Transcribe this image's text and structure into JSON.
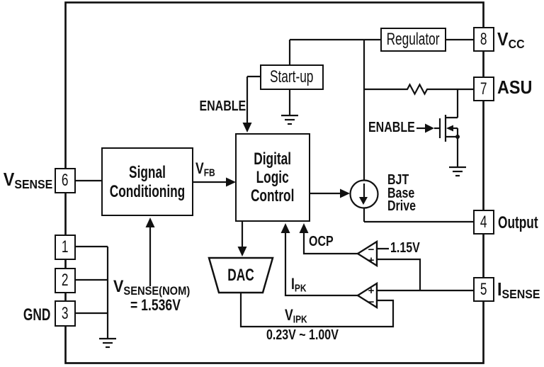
{
  "colors": {
    "ink": "#111111",
    "background": "#ffffff"
  },
  "blocks": {
    "regulator": {
      "label": "Regulator"
    },
    "startup": {
      "label": "Start-up"
    },
    "signal_conditioning": {
      "line1": "Signal",
      "line2": "Conditioning"
    },
    "digital_logic_control": {
      "line1": "Digital",
      "line2": "Logic",
      "line3": "Control"
    },
    "dac": {
      "label": "DAC"
    },
    "bjt_base_drive": {
      "line1": "BJT",
      "line2": "Base",
      "line3": "Drive"
    }
  },
  "pins": {
    "p6": {
      "number": "6"
    },
    "p1": {
      "number": "1"
    },
    "p2": {
      "number": "2"
    },
    "p3": {
      "number": "3"
    },
    "p8": {
      "number": "8"
    },
    "p7": {
      "number": "7"
    },
    "p4": {
      "number": "4"
    },
    "p5": {
      "number": "5"
    }
  },
  "pin_labels": {
    "vsense": {
      "main": "V",
      "sub": "SENSE"
    },
    "gnd": {
      "main": "GND"
    },
    "vcc": {
      "main": "V",
      "sub": "CC"
    },
    "asu": {
      "main": "ASU"
    },
    "output": {
      "main": "Output"
    },
    "isense": {
      "main": "I",
      "sub": "SENSE"
    }
  },
  "signals": {
    "enable_startup": "ENABLE",
    "enable_mosfet": "ENABLE",
    "vfb": {
      "main": "V",
      "sub": "FB"
    },
    "ocp": "OCP",
    "ocp_reference": "1.15V",
    "ipk": {
      "main": "I",
      "sub": "PK"
    },
    "vipk": {
      "main": "V",
      "sub": "IPK"
    },
    "vipk_range": "0.23V ~ 1.00V",
    "vsense_nominal": {
      "main": "V",
      "sub": "SENSE(NOM)",
      "value": "= 1.536V"
    }
  },
  "symbols": {
    "plus": "+",
    "minus": "−"
  }
}
